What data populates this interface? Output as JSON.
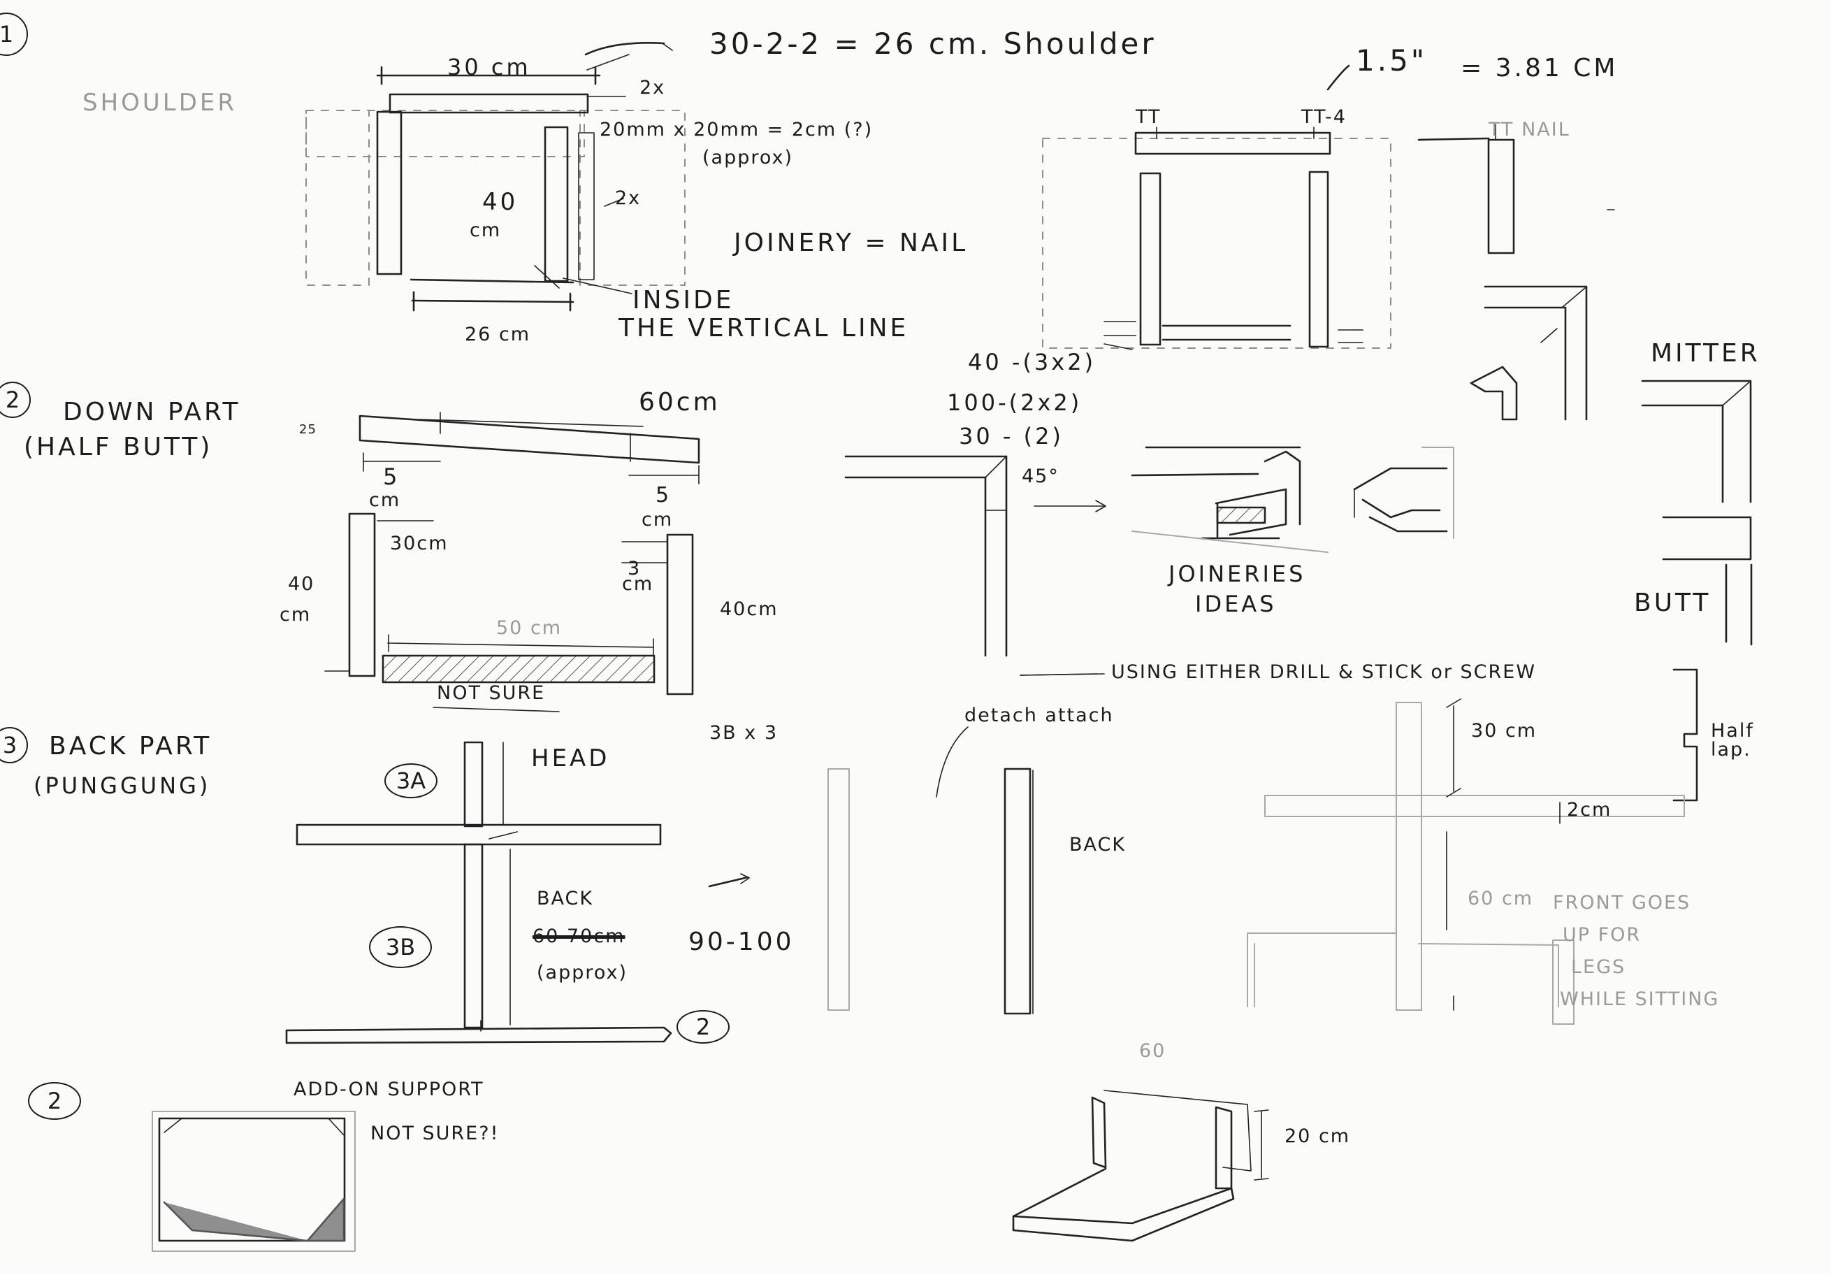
{
  "section1": {
    "number": "1",
    "side_label": "SHOULDER",
    "dims": {
      "top_width": "30 cm",
      "count_top": "2x",
      "count_side": "2x",
      "thickness": "20mm x 20mm = 2cm (?)",
      "approx": "(approx)",
      "height_num": "40",
      "height_unit": "cm",
      "bottom_width": "26 cm"
    },
    "formula": "30-2-2 = 26 cm. Shoulder",
    "joinery": "JOINERY = NAIL",
    "inside_note_1": "INSIDE",
    "inside_note_2": "THE VERTICAL LINE"
  },
  "right_top": {
    "inch": "1.5\"",
    "cm_equiv": "= 3.81 CM",
    "tt_left": "TT",
    "tt_right": "TT-4",
    "nail": "TT NAIL",
    "calc_1": "40 -(3x2)",
    "calc_2": "100-(2x2)",
    "calc_3": "30 - (2)",
    "angle": "45°",
    "joineries_1": "JOINERIES",
    "joineries_2": "IDEAS",
    "mitter": "MITTER",
    "butt": "BUTT",
    "drill_note": "USING EITHER DRILL & STICK or SCREW",
    "half_lap": "Half lap."
  },
  "section2": {
    "number": "2",
    "title": "DOWN PART",
    "subtitle": "(HALF BUTT)",
    "superscript": "25",
    "top_length": "60cm",
    "left_offset_num": "5",
    "left_offset_unit": "cm",
    "left_inner": "30cm",
    "right_offset_num": "5",
    "right_offset_unit": "cm",
    "right_inner_num": "3",
    "right_inner_unit": "cm",
    "left_height_num": "40",
    "left_height_unit": "cm",
    "right_height": "40cm",
    "inner_width": "50 cm",
    "not_sure": "NOT SURE"
  },
  "section3": {
    "number": "3",
    "title": "BACK PART",
    "subtitle": "(PUNGGUNG)",
    "tag_a": "3A",
    "tag_b": "3B",
    "head": "HEAD",
    "back": "BACK",
    "crossed": "60 70cm",
    "length": "90-100",
    "approx": "(approx)",
    "ref_two": "2",
    "count": "3B x 3",
    "detach": "detach attach",
    "back_label": "BACK"
  },
  "right_bottom": {
    "dim_30": "30 cm",
    "dim_2": "2cm",
    "dim_60": "60 cm",
    "front_note_1": "FRONT GOES",
    "front_note_2": "UP FOR",
    "front_note_3": "LEGS",
    "front_note_4": "WHILE SITTING",
    "top_60": "60",
    "dim_20": "20 cm"
  },
  "addon": {
    "number": "2",
    "title": "ADD-ON SUPPORT",
    "note": "NOT SURE?!"
  }
}
